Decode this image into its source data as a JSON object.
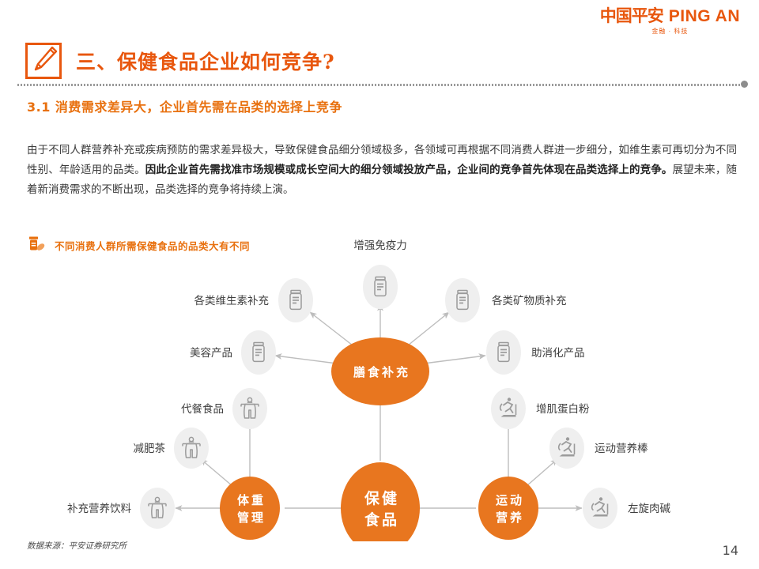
{
  "brand": {
    "logo_cn": "中国平安",
    "logo_en": "PING AN",
    "logo_tagline": "金融 · 科技",
    "accent_color": "#E8700E",
    "logo_color": "#E8570E"
  },
  "header": {
    "title": "三、保健食品企业如何竞争?",
    "title_icon": "pencil-edit-icon"
  },
  "section": {
    "subtitle": "3.1 消费需求差异大，企业首先需在品类的选择上竞争",
    "paragraph_part1": "由于不同人群营养补充或疾病预防的需求差异极大，导致保健食品细分领域极多，各领域可再根据不同消费人群进一步细分，如维生素可再切分为不同性别、年龄适用的品类。",
    "paragraph_bold": "因此企业首先需找准市场规模或成长空间大的细分领域投放产品，企业间的竞争首先体现在品类选择上的竞争。",
    "paragraph_part2": "展望未来，随着新消费需求的不断出现，品类选择的竞争将持续上演。"
  },
  "figure": {
    "caption": "不同消费人群所需保健食品的品类大有不同",
    "caption_icon": "pill-bottle-icon"
  },
  "chart_data": {
    "type": "diagram",
    "title": "不同消费人群所需保健食品的品类大有不同",
    "root": "保健食品",
    "hubs": [
      {
        "id": "dietary",
        "label": "膳食补充",
        "shape": "ellipse",
        "children": [
          {
            "label": "增强免疫力",
            "icon": "pill-bottle-icon",
            "label_side": "top"
          },
          {
            "label": "各类维生素补充",
            "icon": "pill-bottle-icon",
            "label_side": "left"
          },
          {
            "label": "各类矿物质补充",
            "icon": "pill-bottle-icon",
            "label_side": "right"
          },
          {
            "label": "美容产品",
            "icon": "pill-bottle-icon",
            "label_side": "left"
          },
          {
            "label": "助消化产品",
            "icon": "pill-bottle-icon",
            "label_side": "right"
          }
        ]
      },
      {
        "id": "weight",
        "label": "体重管理",
        "shape": "circle",
        "children": [
          {
            "label": "代餐食品",
            "icon": "body-figure-icon",
            "label_side": "left"
          },
          {
            "label": "减肥茶",
            "icon": "body-figure-icon",
            "label_side": "left"
          },
          {
            "label": "补充营养饮料",
            "icon": "body-figure-icon",
            "label_side": "left"
          }
        ]
      },
      {
        "id": "sports",
        "label": "运动营养",
        "shape": "circle",
        "children": [
          {
            "label": "增肌蛋白粉",
            "icon": "treadmill-runner-icon",
            "label_side": "right"
          },
          {
            "label": "运动营养棒",
            "icon": "treadmill-runner-icon",
            "label_side": "right"
          },
          {
            "label": "左旋肉碱",
            "icon": "treadmill-runner-icon",
            "label_side": "right"
          }
        ]
      }
    ],
    "node_fill": "#E8761F",
    "icon_bubble_fill": "#EFEFEF",
    "connector_color": "#BDBDBD"
  },
  "footer": {
    "source": "数据来源：平安证券研究所",
    "page_number": "14"
  }
}
